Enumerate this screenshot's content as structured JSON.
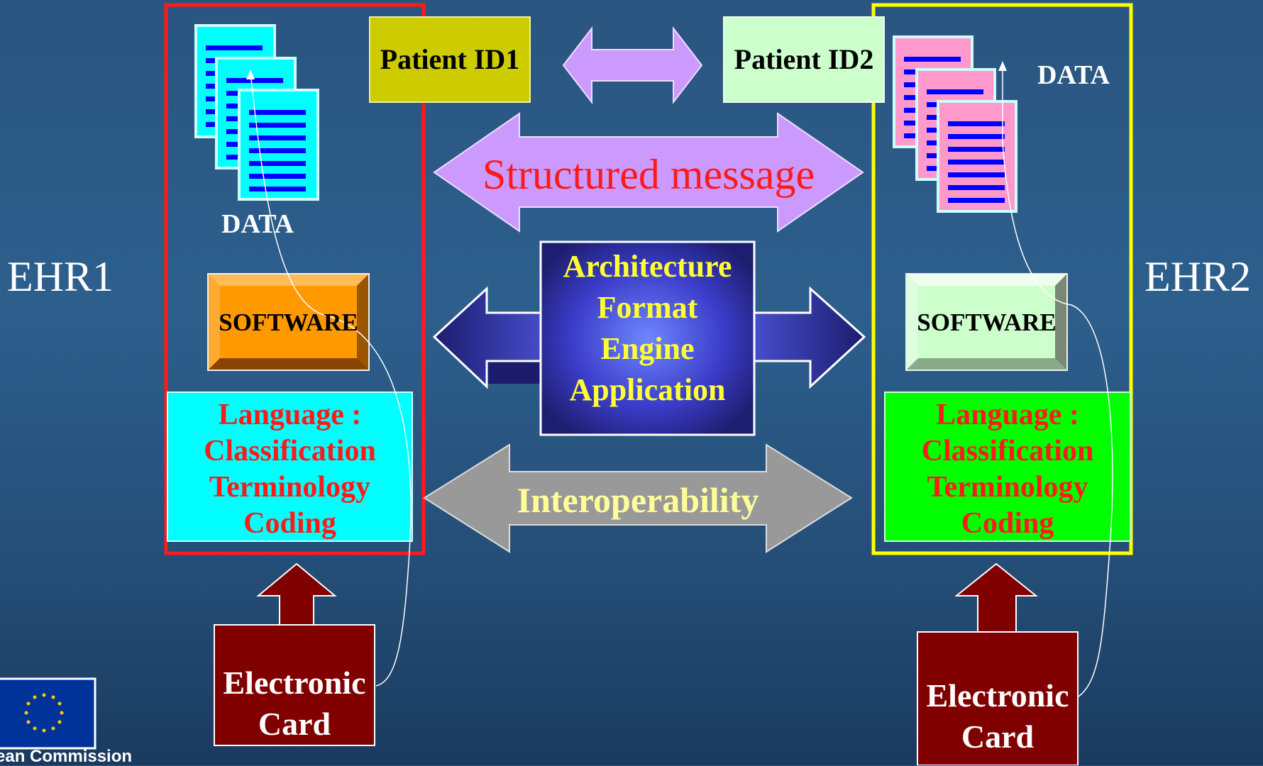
{
  "left": {
    "ehr_label": "EHR1",
    "patient_id": "Patient ID1",
    "data_label": "DATA",
    "software_label": "SOFTWARE",
    "language_lines": [
      "Language :",
      "Classification",
      "Terminology",
      "Coding"
    ],
    "card_lines": [
      "Electronic",
      "Card"
    ]
  },
  "right": {
    "ehr_label": "EHR2",
    "patient_id": "Patient ID2",
    "data_label": "DATA",
    "software_label": "SOFTWARE",
    "language_lines": [
      "Language :",
      "Classification",
      "Terminology",
      "Coding"
    ],
    "card_lines": [
      "Electronic",
      "Card"
    ]
  },
  "center": {
    "structured_message": "Structured message",
    "architecture_lines": [
      "Architecture",
      "Format",
      "Engine",
      "Application"
    ],
    "interoperability": "Interoperability"
  },
  "logo": {
    "text": "ean Commission"
  },
  "colors": {
    "left_frame": "#ff1a1a",
    "right_frame": "#ffff00",
    "patient_id1_bg": "#cccc00",
    "patient_id2_bg": "#ccffcc",
    "id_arrow": "#cc99ff",
    "structured_message_text": "#ff1a1a",
    "architecture_text": "#ffff33",
    "interoperability_arrow": "#999999",
    "interoperability_text": "#ffff99",
    "language_left_bg": "#00ffff",
    "language_right_bg": "#00ff00",
    "language_text": "#ff1a1a",
    "card_bg": "#800000",
    "software_left_bg": "#ff9900",
    "software_right_bg": "#ccffcc"
  }
}
